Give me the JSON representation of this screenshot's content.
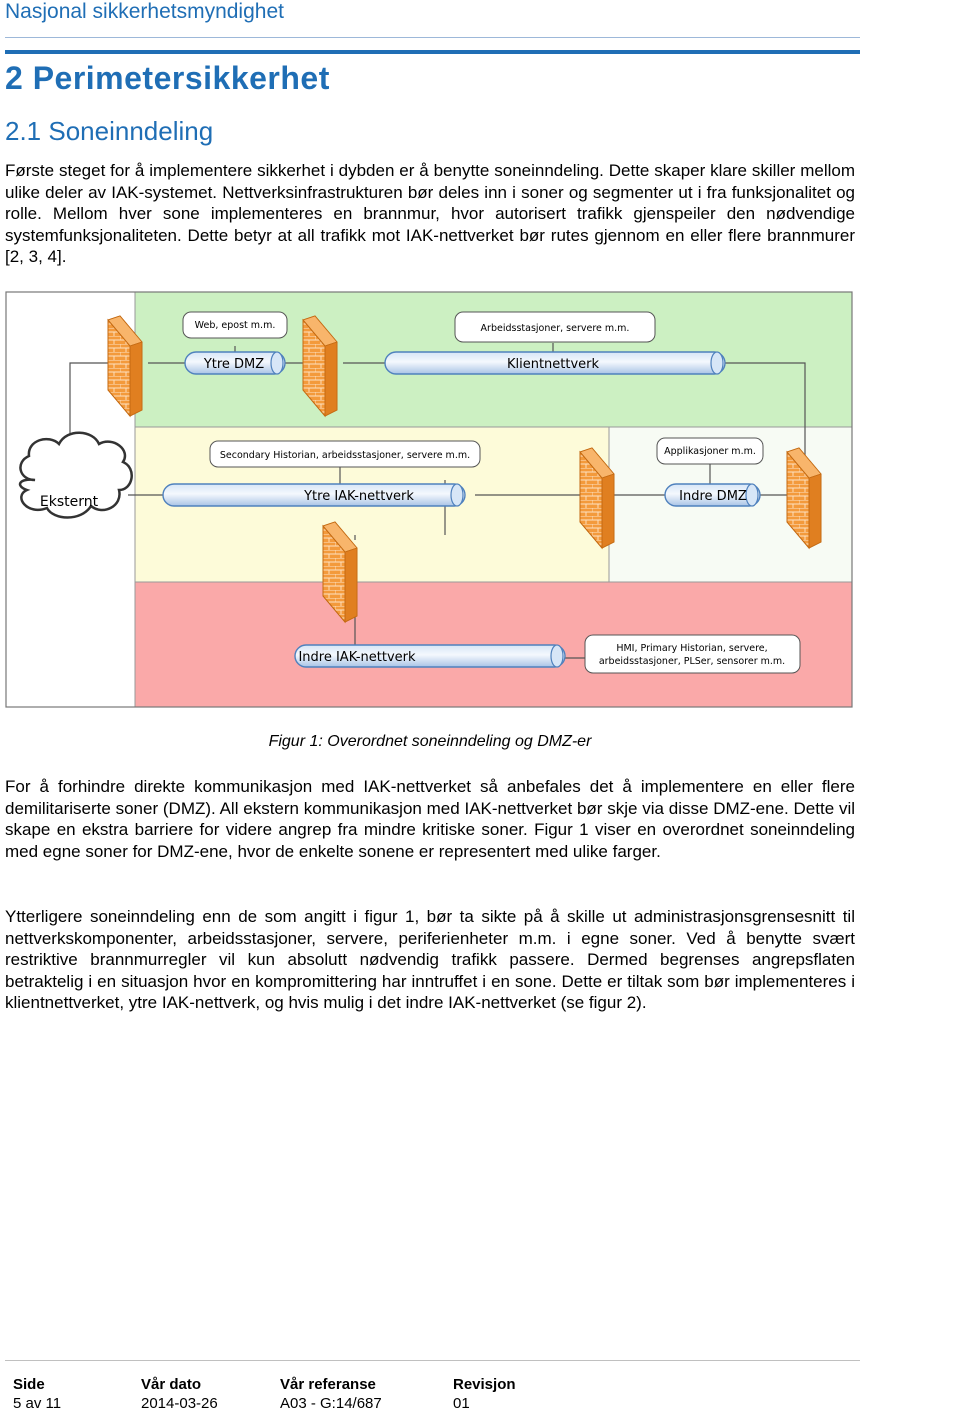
{
  "header": {
    "org": "Nasjonal sikkerhetsmyndighet"
  },
  "section": {
    "h1": "2 Perimetersikkerhet",
    "h2": "2.1 Soneinndeling"
  },
  "paragraphs": {
    "p1": "Første steget for å implementere sikkerhet i dybden er å benytte soneinndeling. Dette skaper klare skiller mellom ulike deler av IAK-systemet. Nettverksinfrastrukturen bør deles inn i soner og segmenter ut i fra funksjonalitet og rolle. Mellom hver sone implementeres en brannmur, hvor autorisert trafikk gjenspeiler den nødvendige systemfunksjonaliteten. Dette betyr at all trafikk mot IAK-nettverket bør rutes gjennom en eller flere brannmurer [2, 3, 4].",
    "p2": "For å forhindre direkte kommunikasjon med IAK-nettverket så anbefales det å implementere en eller flere demilitariserte soner (DMZ). All ekstern kommunikasjon med IAK-nettverket bør skje via disse DMZ-ene. Dette vil skape en ekstra barriere for videre angrep fra mindre kritiske soner. Figur 1 viser en overordnet soneinndeling med egne soner for DMZ-ene, hvor de enkelte sonene er representert med ulike farger.",
    "p3": "Ytterligere soneinndeling enn de som angitt i figur 1, bør ta sikte på å skille ut administrasjonsgrensesnitt til nettverkskomponenter, arbeidsstasjoner, servere, periferienheter m.m. i egne soner. Ved å benytte svært restriktive brannmurregler vil kun absolutt nødvendig trafikk passere. Dermed begrenses angrepsflaten betraktelig i en situasjon hvor en kompromittering har inntruffet i en sone. Dette er tiltak som bør implementeres i klientnettverket, ytre IAK-nettverk, og hvis mulig i det indre IAK-nettverket (se figur 2)."
  },
  "figure": {
    "caption": "Figur 1: Overordnet soneinndeling og DMZ-er",
    "cloud_label": "Eksternt",
    "segments": {
      "ytre_dmz": "Ytre DMZ",
      "klientnettverk": "Klientnettverk",
      "ytre_iak": "Ytre IAK-nettverk",
      "indre_dmz": "Indre DMZ",
      "indre_iak": "Indre IAK-nettverk"
    },
    "hosts": {
      "web": "Web, epost m.m.",
      "arbeid": "Arbeidsstasjoner, servere m.m.",
      "secondary": "Secondary Historian, arbeidsstasjoner, servere m.m.",
      "applikasjoner": "Applikasjoner m.m.",
      "hmi_line1": "HMI, Primary Historian, servere,",
      "hmi_line2": "arbeidsstasjoner, PLSer, sensorer m.m."
    },
    "colors": {
      "green_zone": "#ccf0c2",
      "yellow_zone": "#fdfbd9",
      "white_zone": "#f7fbf4",
      "red_zone": "#faa9a9",
      "firewall": "#f39a3c"
    }
  },
  "footer": {
    "cols": [
      {
        "label": "Side",
        "value": "5 av 11"
      },
      {
        "label": "Vår dato",
        "value": "2014-03-26"
      },
      {
        "label": "Vår referanse",
        "value": "A03 - G:14/687"
      },
      {
        "label": "Revisjon",
        "value": "01"
      }
    ]
  }
}
